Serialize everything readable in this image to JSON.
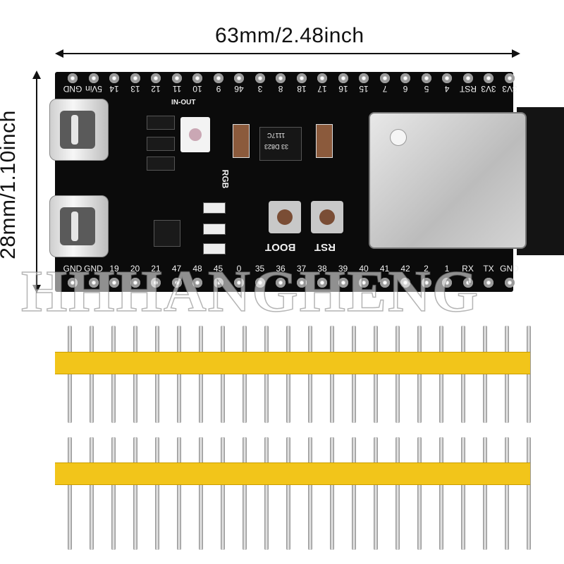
{
  "dimensions": {
    "width_label": "63mm/2.48inch",
    "height_label": "28mm/1.10inch"
  },
  "board": {
    "top_pins": [
      "GND",
      "5Vin",
      "14",
      "13",
      "12",
      "11",
      "10",
      "9",
      "46",
      "3",
      "8",
      "18",
      "17",
      "16",
      "15",
      "7",
      "6",
      "5",
      "4",
      "RST",
      "3V3",
      "3V3"
    ],
    "bottom_pins": [
      "GND",
      "GND",
      "19",
      "20",
      "21",
      "47",
      "48",
      "45",
      "0",
      "35",
      "36",
      "37",
      "38",
      "39",
      "40",
      "41",
      "42",
      "2",
      "1",
      "RX",
      "TX",
      "GND"
    ],
    "silkscreen": {
      "in_out": "IN-OUT",
      "rgb": "RGB",
      "boot": "BOOT",
      "rst": "RST",
      "regulator_lines": [
        "1117C",
        "33  D823"
      ]
    },
    "colors": {
      "pcb": "#0b0b0b",
      "header_plastic": "#f2c51a"
    }
  },
  "watermark": "HHHANGHENG",
  "headers": {
    "count": 2,
    "pins_per_header": 22
  }
}
